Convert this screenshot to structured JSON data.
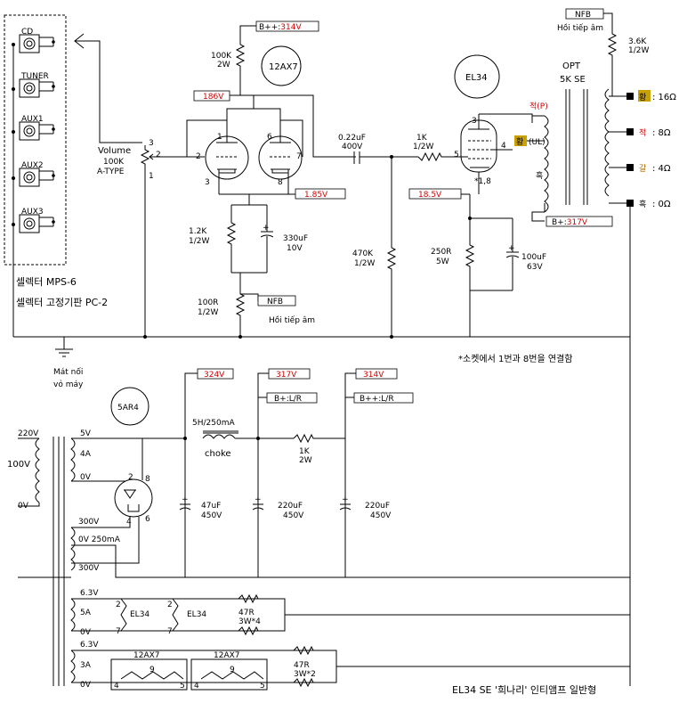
{
  "selector": {
    "inputs": [
      "CD",
      "TUNER",
      "AUX1",
      "AUX2",
      "AUX3"
    ],
    "model": "셀렉터 MPS-6",
    "board": "셀렉터 고정기판 PC-2"
  },
  "volume": {
    "title": "Volume",
    "value": "100K",
    "type": "A-TYPE",
    "pin3": "3",
    "pin2": "2",
    "pin1": "1"
  },
  "preamp": {
    "tube": "12AX7",
    "r_plate": "100K",
    "r_plate_w": "2W",
    "bpp_label": "B++:",
    "bpp_value": "314V",
    "plate_v": "186V",
    "cathode_v": "1.85V",
    "pins": [
      "1",
      "2",
      "3",
      "6",
      "7",
      "8"
    ],
    "rk": "1.2K",
    "rk_w": "1/2W",
    "ck": "330uF",
    "ck_v": "10V",
    "rnfb": "100R",
    "rnfb_w": "1/2W",
    "nfb": "NFB",
    "nfb_caption": "Hồi tiếp âm"
  },
  "coupling": {
    "cap": "0.22uF",
    "cap_v": "400V",
    "rg": "470K",
    "rg_w": "1/2W",
    "rgrid": "1K",
    "rgrid_w": "1/2W"
  },
  "output": {
    "tube": "EL34",
    "pin3": "3",
    "pin4": "4",
    "pin5": "5",
    "pin18": "*1,8",
    "cathode_v": "18.5V",
    "rk": "250R",
    "rk_w": "5W",
    "ck": "100uF",
    "ck_v": "63V",
    "p_label": "적(P)",
    "ul_tag": "황",
    "ul_label": "(UL)",
    "black": "흑",
    "bp_label": "B+:",
    "bp_value": "317V"
  },
  "feedback": {
    "nfb": "NFB",
    "caption": "Hồi tiếp âm",
    "r": "3.6K",
    "r_w": "1/2W"
  },
  "opt": {
    "title": "OPT",
    "spec": "5K SE",
    "taps": [
      {
        "name": "황",
        "ohm": ": 16Ω",
        "color": "#c8a000"
      },
      {
        "name": "적",
        "ohm": ": 8Ω",
        "color": "#d00000"
      },
      {
        "name": "갈",
        "ohm": ": 4Ω",
        "color": "#b06a00"
      },
      {
        "name": "흑",
        "ohm": ": 0Ω",
        "color": "#000000"
      }
    ]
  },
  "ground": {
    "caption1": "Mát nối",
    "caption2": "vỏ máy"
  },
  "note": "*소켓에서 1번과 8번을 연결함",
  "psu": {
    "rect": "5AR4",
    "primary": [
      "220V",
      "100V",
      "0V"
    ],
    "sec_5v": "5V",
    "sec_4a": "4A",
    "sec_0v": "0V",
    "sec_300v": "300V",
    "sec_0v2": "0V 250mA",
    "sec_300v2": "300V",
    "pins": [
      "2",
      "8",
      "4",
      "6"
    ],
    "v1": "324V",
    "v2": "317V",
    "v3": "314V",
    "bplus": "B+:L/R",
    "bpplus": "B++:L/R",
    "choke_spec": "5H/250mA",
    "choke": "choke",
    "r": "1K",
    "r_w": "2W",
    "c1": "47uF",
    "c1_v": "450V",
    "c2": "220uF",
    "c2_v": "450V",
    "c3": "220uF",
    "c3_v": "450V"
  },
  "heaters": {
    "w1": "6.3V",
    "a1": "5A",
    "z1": "0V",
    "tubes1": [
      "EL34",
      "EL34"
    ],
    "r1": "47R",
    "r1_w": "3W*4",
    "w2": "6.3V",
    "a2": "3A",
    "z2": "0V",
    "tubes2": [
      "12AX7",
      "12AX7"
    ],
    "r2": "47R",
    "r2_w": "3W*2",
    "pins": [
      "2",
      "7",
      "2",
      "7",
      "4",
      "9",
      "5",
      "4",
      "9",
      "5"
    ]
  },
  "footer": "EL34 SE '희나리' 인티앰프 일반형"
}
